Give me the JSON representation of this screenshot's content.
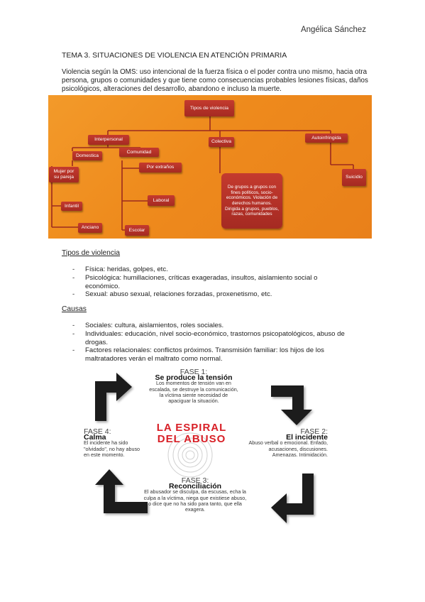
{
  "header": {
    "author": "Angélica Sánchez"
  },
  "doc": {
    "title": "TEMA 3. SITUACIONES DE VIOLENCIA EN ATENCIÓN PRIMARIA",
    "intro": "Violencia según la OMS: uso intencional de la fuerza física o el poder contra uno mismo, hacia otra persona, grupos o comunidades y que tiene como consecuencias probables lesiones físicas, daños psicológicos, alteraciones del desarrollo, abandono e incluso la muerte."
  },
  "diagram": {
    "root": "Tipos de violencia",
    "interpersonal": "Interpersonal",
    "colectiva": "Colectiva",
    "autoinfligida": "Autoinfringida",
    "domestica": "Domestica",
    "comunidad": "Comunidad",
    "mujer": "Mujer por su pareja",
    "infantil": "Infantil",
    "anciano": "Anciano",
    "extranos": "Por extraños",
    "laboral": "Laboral",
    "escolar": "Escolar",
    "colectiva_desc": "De grupos a grupos con fines políticos, socio-económicos. Violación de derechos humanos. Dirigida a grupos, pueblos, razas, comunidades",
    "suicidio": "Suicidio"
  },
  "tipos": {
    "heading": "Tipos de violencia",
    "items": [
      "Física: heridas, golpes, etc.",
      "Psicológica: humillaciones, críticas exageradas, insultos, aislamiento social o económico.",
      "Sexual: abuso sexual, relaciones forzadas, proxenetismo, etc."
    ]
  },
  "causas": {
    "heading": "Causas",
    "items": [
      "Sociales: cultura, aislamientos, roles sociales.",
      "Individuales: educación, nivel socio-económico, trastornos psicopatológicos, abuso de drogas.",
      "Factores relacionales: conflictos próximos. Transmisión familiar: los hijos de los maltratadores verán el maltrato como normal."
    ]
  },
  "spiral": {
    "title_line1": "LA ESPIRAL",
    "title_line2": "DEL ABUSO",
    "title_color": "#d81f26",
    "fase1": {
      "label": "FASE 1:",
      "name": "Se produce la tensión",
      "text": "Los momentos de tensión van en escalada, se destruye la comunicación, la víctima siente necesidad de apaciguar la situación."
    },
    "fase2": {
      "label": "FASE 2:",
      "name": "El incidente",
      "text": "Abuso verbal o emocional. Enfado, acusaciones, discusiones. Amenazas. Intimidación."
    },
    "fase3": {
      "label": "FASE 3:",
      "name": "Reconciliación",
      "text": "El abusador se disculpa, da escusas, echa la culpa a la víctima, niega que existiese abuso, o dice que no ha sido para tanto, que ella exagera."
    },
    "fase4": {
      "label": "FASE 4:",
      "name": "Calma",
      "text": "El incidente ha sido \"olvidado\", no hay abuso en este momento."
    }
  }
}
